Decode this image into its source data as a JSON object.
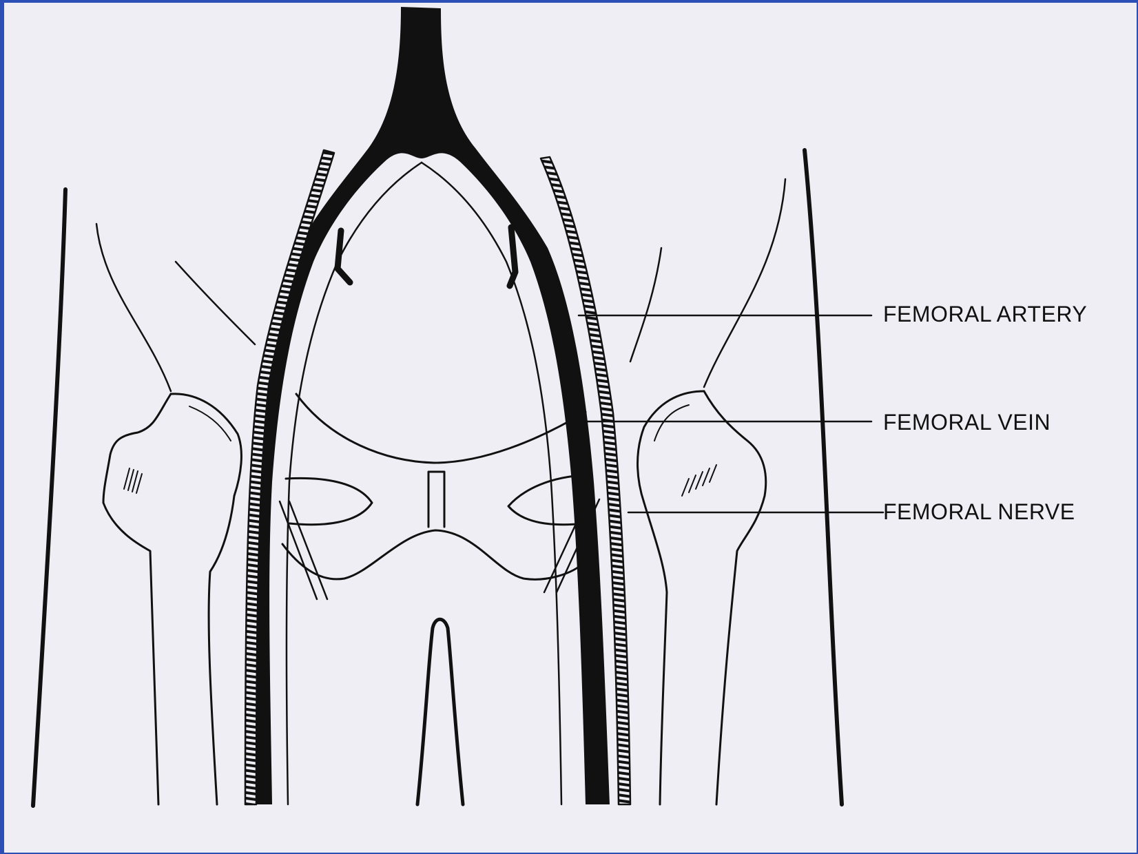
{
  "frame_color": "#2b4fb5",
  "paper_color": "#eeeef4",
  "ink_color": "#111111",
  "labels": {
    "artery": "FEMORAL ARTERY",
    "vein": "FEMORAL VEIN",
    "nerve": "FEMORAL NERVE"
  }
}
